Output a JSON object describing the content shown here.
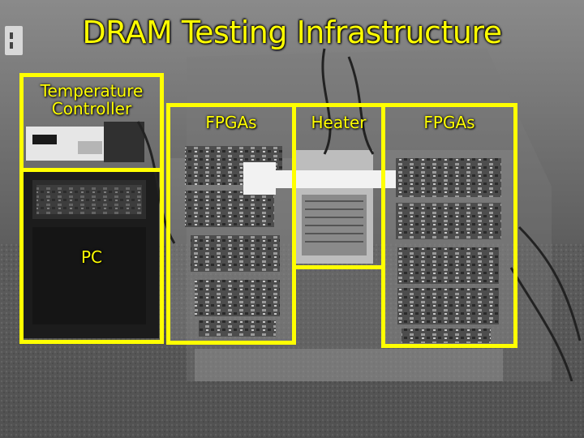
{
  "title": "DRAM Testing Infrastructure",
  "labels": {
    "temperature_controller": [
      "Temperature",
      "Controller"
    ],
    "pc": "PC",
    "fpgas_left": "FPGAs",
    "heater": "Heater",
    "fpgas_right": "FPGAs"
  },
  "colors": {
    "highlight": "#ffff00",
    "photo": "grayscale"
  }
}
